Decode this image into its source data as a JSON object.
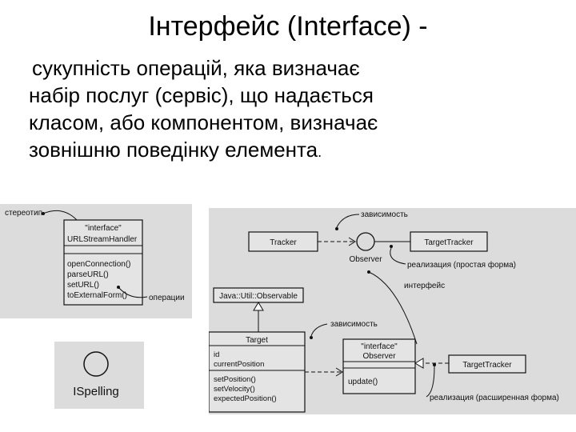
{
  "title": "Інтерфейс (Interface) -",
  "definition": {
    "line1": "сукупність операцій, яка визначає",
    "line2": "набір послуг (сервіс), що надається",
    "line3": "класом, або компонентом, визначає",
    "line4": "зовнішню поведінку елемента",
    "end": "."
  },
  "fig_left": {
    "stereotype_label": "стереотип",
    "stereotype": "\"interface\"",
    "class_name": "URLStreamHandler",
    "operations": [
      "openConnection()",
      "parseURL()",
      "setURL()",
      "toExternalForm()"
    ],
    "operations_label": "операции"
  },
  "fig_icon": {
    "label": "ISpelling"
  },
  "fig_right": {
    "dependency_top": "зависимость",
    "tracker": "Tracker",
    "target_tracker_top": "TargetTracker",
    "observer_lollipop": "Observer",
    "realization_simple": "реализация (простая форма)",
    "interface_label": "интерфейс",
    "observable": "Java::Util::Observable",
    "dependency_mid": "зависимость",
    "target_name": "Target",
    "target_attrs": [
      "id",
      "currentPosition"
    ],
    "target_ops": [
      "setPosition()",
      "setVelocity()",
      "expectedPosition()"
    ],
    "observer_stereotype": "\"interface\"",
    "observer_name": "Observer",
    "observer_op": "update()",
    "target_tracker_bottom": "TargetTracker",
    "realization_extended": "реализация (расширенная форма)"
  }
}
